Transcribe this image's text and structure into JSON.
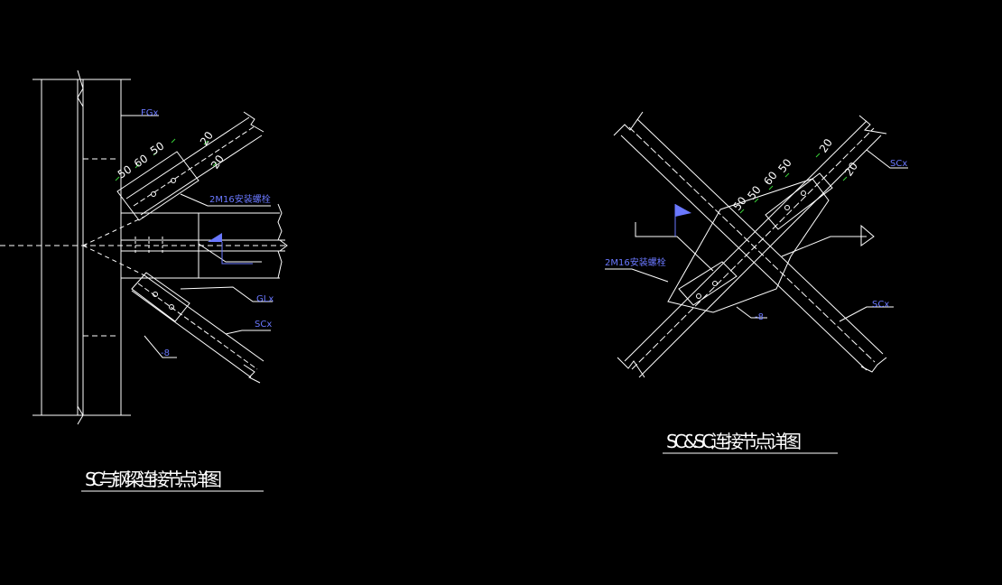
{
  "colors": {
    "background": "#000000",
    "line": "#ffffff",
    "annotation": "#6a78ff",
    "dimension_tick": "#39d239",
    "weld_flag": "#6a78ff"
  },
  "left_detail": {
    "title": "SC与钢梁连接节点详图",
    "labels": {
      "fg": "FGx",
      "bolts": "2M16安装螺栓",
      "gl": "GLx",
      "sc": "SCx",
      "plate": "-8"
    },
    "dimensions": {
      "d1": "50",
      "d2": "60",
      "d3": "50",
      "d4": "20",
      "d5": "20"
    }
  },
  "right_detail": {
    "title": "SC&SC连接节点详图",
    "labels": {
      "sc_top": "SCx",
      "bolts": "2M16安装螺栓",
      "plate": "-8",
      "sc_bottom": "SCx"
    },
    "dimensions": {
      "d1": "50",
      "d2": "50",
      "d3": "60",
      "d4": "50",
      "d5": "20",
      "d6": "20"
    }
  }
}
